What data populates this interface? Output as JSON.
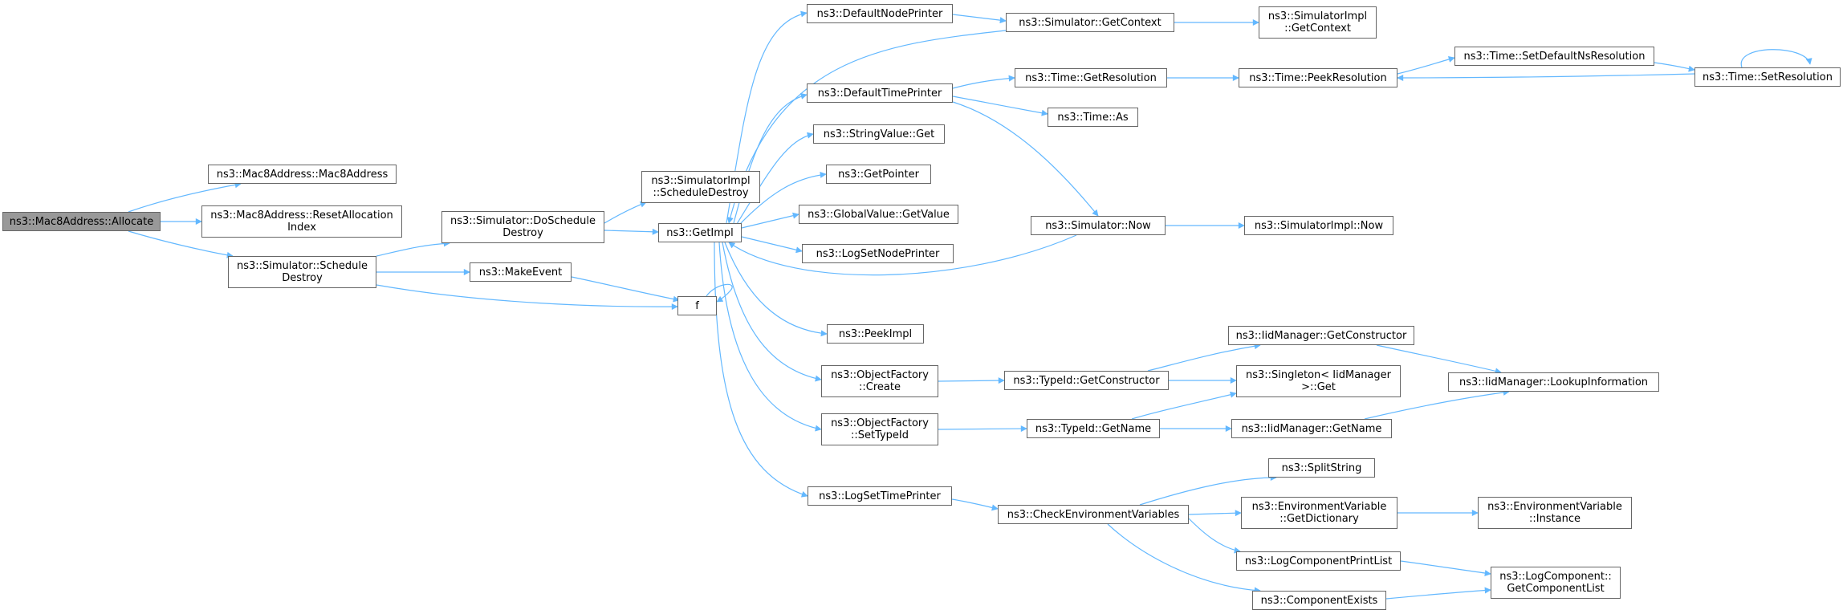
{
  "colors": {
    "edge": "#63b8ff",
    "node_border": "#666666",
    "root_fill": "#999999"
  },
  "nodes": {
    "root": [
      "ns3::Mac8Address::Allocate"
    ],
    "mac8": [
      "ns3::Mac8Address::Mac8Address"
    ],
    "reset": [
      "ns3::Mac8Address::ResetAllocation",
      "Index"
    ],
    "sched": [
      "ns3::Simulator::Schedule",
      "Destroy"
    ],
    "dosched": [
      "ns3::Simulator::DoSchedule",
      "Destroy"
    ],
    "makeevent": [
      "ns3::MakeEvent"
    ],
    "f": [
      "f"
    ],
    "impl_sched": [
      "ns3::SimulatorImpl",
      "::ScheduleDestroy"
    ],
    "getimpl": [
      "ns3::GetImpl"
    ],
    "defnode": [
      "ns3::DefaultNodePrinter"
    ],
    "getctx": [
      "ns3::Simulator::GetContext"
    ],
    "impl_ctx": [
      "ns3::SimulatorImpl",
      "::GetContext"
    ],
    "deftime": [
      "ns3::DefaultTimePrinter"
    ],
    "getres": [
      "ns3::Time::GetResolution"
    ],
    "peekres": [
      "ns3::Time::PeekResolution"
    ],
    "setdefns": [
      "ns3::Time::SetDefaultNsResolution"
    ],
    "setres": [
      "ns3::Time::SetResolution"
    ],
    "timeas": [
      "ns3::Time::As"
    ],
    "strget": [
      "ns3::StringValue::Get"
    ],
    "getptr": [
      "ns3::GetPointer"
    ],
    "gvget": [
      "ns3::GlobalValue::GetValue"
    ],
    "logsetnode": [
      "ns3::LogSetNodePrinter"
    ],
    "simnow": [
      "ns3::Simulator::Now"
    ],
    "implnow": [
      "ns3::SimulatorImpl::Now"
    ],
    "peekimpl": [
      "ns3::PeekImpl"
    ],
    "ofcreate": [
      "ns3::ObjectFactory",
      "::Create"
    ],
    "tidgetctor": [
      "ns3::TypeId::GetConstructor"
    ],
    "iidgetctor": [
      "ns3::IidManager::GetConstructor"
    ],
    "singleton": [
      "ns3::Singleton< IidManager",
      ">::Get"
    ],
    "lookup": [
      "ns3::IidManager::LookupInformation"
    ],
    "ofsettid": [
      "ns3::ObjectFactory",
      "::SetTypeId"
    ],
    "tidgetname": [
      "ns3::TypeId::GetName"
    ],
    "iidgetname": [
      "ns3::IidManager::GetName"
    ],
    "logsettime": [
      "ns3::LogSetTimePrinter"
    ],
    "checkenv": [
      "ns3::CheckEnvironmentVariables"
    ],
    "split": [
      "ns3::SplitString"
    ],
    "envdict": [
      "ns3::EnvironmentVariable",
      "::GetDictionary"
    ],
    "envinst": [
      "ns3::EnvironmentVariable",
      "::Instance"
    ],
    "logprint": [
      "ns3::LogComponentPrintList"
    ],
    "compexists": [
      "ns3::ComponentExists"
    ],
    "getcomplist": [
      "ns3::LogComponent::",
      "GetComponentList"
    ]
  }
}
